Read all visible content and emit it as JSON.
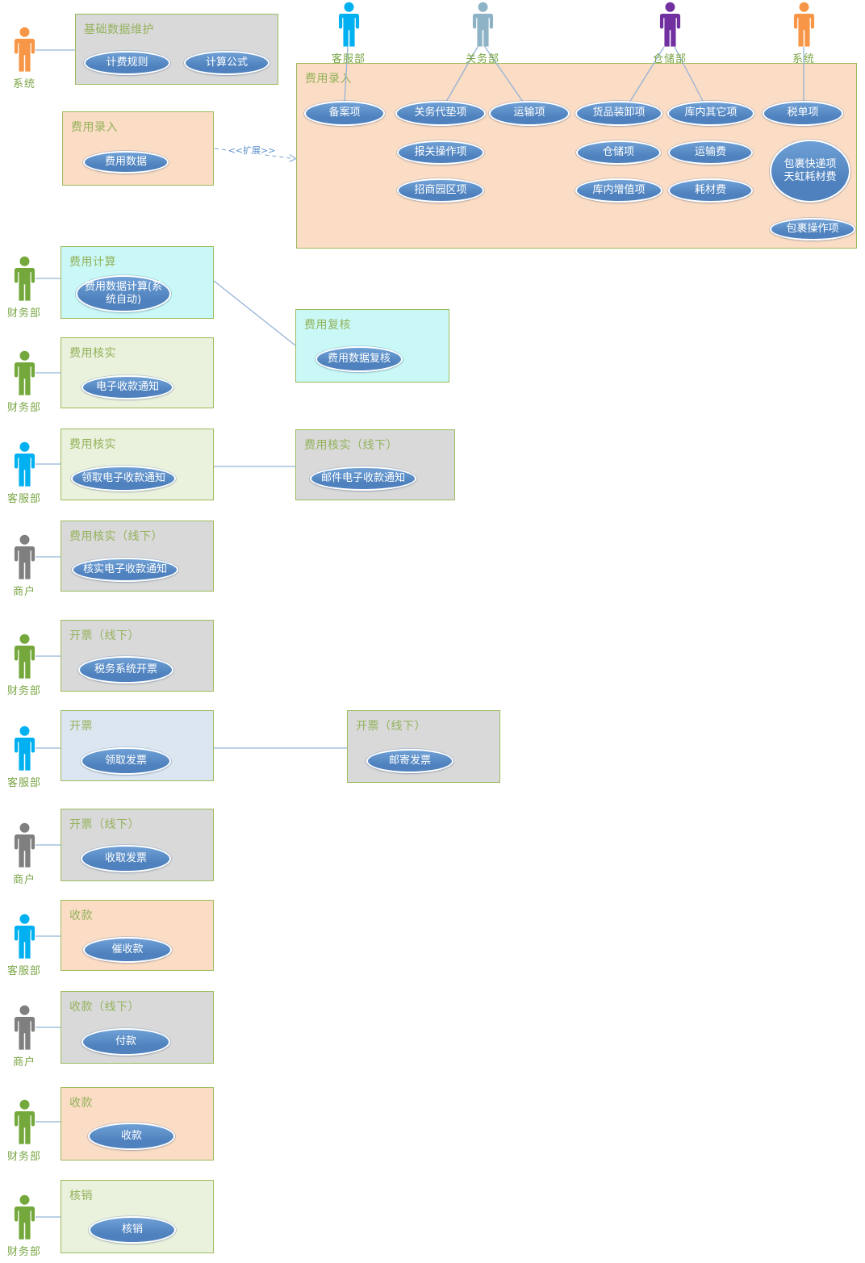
{
  "colors": {
    "actor-orange": "#F79646",
    "actor-blue": "#00B0F0",
    "actor-steel": "#8FB3C6",
    "actor-purple": "#7030A0",
    "actor-green": "#74A83D",
    "actor-gray": "#7F7F7F",
    "label-green": "#7BA646",
    "title-green": "#94B25C",
    "border-green": "#9CBB5C",
    "box-gray": "#D9D9D9",
    "box-peach": "#FBDCC4",
    "box-cyan": "#C9F8F6",
    "box-lgreen": "#EAF1DC",
    "box-lblue": "#DCE6F1",
    "ellipse-fill": "#4E81BD",
    "ellipse-fill-light": "#6FA0D6",
    "connector": "#95B3D7",
    "extend-label": "#5B8DC8"
  },
  "labels": {
    "extend": "<<扩展>>"
  },
  "actors": [
    {
      "label": "系统"
    },
    {
      "label": "客服部"
    },
    {
      "label": "关务部"
    },
    {
      "label": "仓储部"
    },
    {
      "label": "系统"
    },
    {
      "label": "财务部"
    },
    {
      "label": "财务部"
    },
    {
      "label": "客服部"
    },
    {
      "label": "商户"
    },
    {
      "label": "财务部"
    },
    {
      "label": "客服部"
    },
    {
      "label": "商户"
    },
    {
      "label": "客服部"
    },
    {
      "label": "商户"
    },
    {
      "label": "财务部"
    },
    {
      "label": "财务部"
    }
  ],
  "packages": [
    {
      "title": "基础数据维护",
      "usecases": [
        "计费规则",
        "计算公式"
      ]
    },
    {
      "title": "费用录入",
      "usecases": [
        "费用数据"
      ]
    },
    {
      "title": "费用录入",
      "usecases": [
        "备案项",
        "关务代垫项",
        "运输项",
        "货品装卸项",
        "库内其它项",
        "税单项",
        "报关操作项",
        "仓储项",
        "运输费",
        "招商园区项",
        "库内增值项",
        "耗材费",
        "包裹快递项\n天虹耗材费",
        "包裹操作项"
      ]
    },
    {
      "title": "费用计算",
      "usecases": [
        "费用数据计算(系\n统自动)"
      ]
    },
    {
      "title": "费用复核",
      "usecases": [
        "费用数据复核"
      ]
    },
    {
      "title": "费用核实",
      "usecases": [
        "电子收款通知"
      ]
    },
    {
      "title": "费用核实",
      "usecases": [
        "领取电子收款通知"
      ]
    },
    {
      "title": "费用核实（线下）",
      "usecases": [
        "邮件电子收款通知"
      ]
    },
    {
      "title": "费用核实（线下）",
      "usecases": [
        "核实电子收款通知"
      ]
    },
    {
      "title": "开票（线下）",
      "usecases": [
        "税务系统开票"
      ]
    },
    {
      "title": "开票",
      "usecases": [
        "领取发票"
      ]
    },
    {
      "title": "开票（线下）",
      "usecases": [
        "邮寄发票"
      ]
    },
    {
      "title": "开票（线下）",
      "usecases": [
        "收取发票"
      ]
    },
    {
      "title": "收款",
      "usecases": [
        "催收款"
      ]
    },
    {
      "title": "收款（线下）",
      "usecases": [
        "付款"
      ]
    },
    {
      "title": "收款",
      "usecases": [
        "收款"
      ]
    },
    {
      "title": "核销",
      "usecases": [
        "核销"
      ]
    }
  ]
}
